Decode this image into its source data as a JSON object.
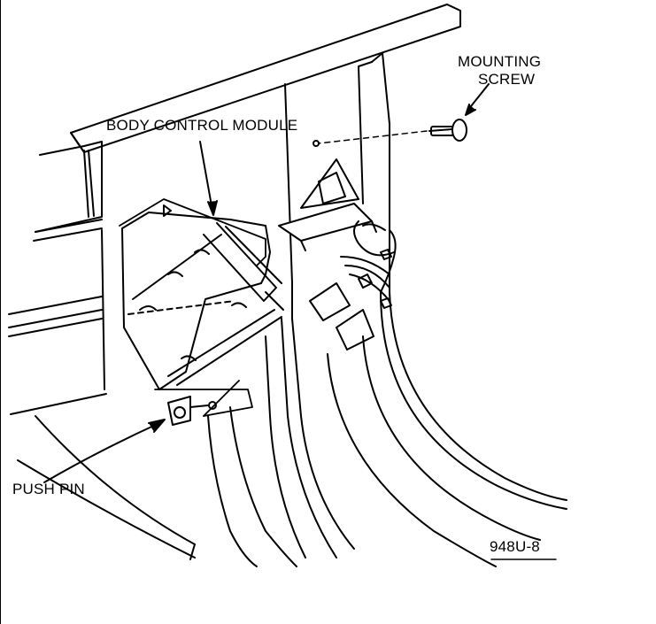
{
  "labels": {
    "mounting_screw_line1": "MOUNTING",
    "mounting_screw_line2": "SCREW",
    "body_control_module": "BODY CONTROL MODULE",
    "push_pin": "PUSH PIN",
    "figure_code": "948U-8"
  },
  "colors": {
    "ink": "#000000",
    "paper": "#ffffff"
  }
}
